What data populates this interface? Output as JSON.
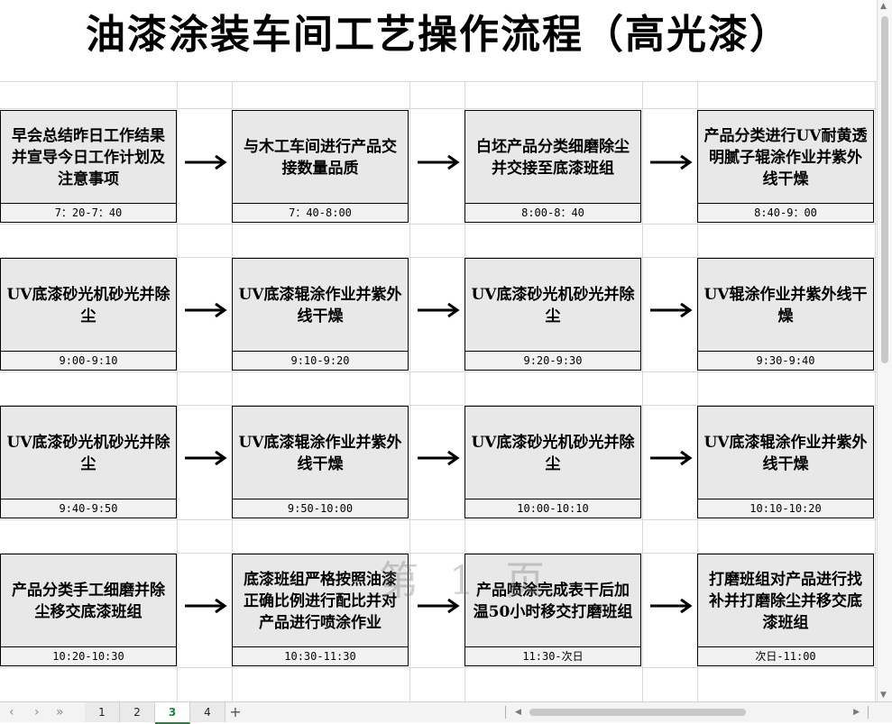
{
  "title": "油漆涂装车间工艺操作流程（高光漆）",
  "watermark": "第 1 页",
  "rows": [
    {
      "steps": [
        {
          "text": "早会总结昨日工作结果并宣导今日工作计划及注意事项",
          "time": "7：20-7：40"
        },
        {
          "text": "与木工车间进行产品交接数量品质",
          "time": "7：40-8:00"
        },
        {
          "text": "白坯产品分类细磨除尘并交接至底漆班组",
          "time": "8:00-8：40"
        },
        {
          "text": "产品分类进行UV耐黄透明腻子辊涂作业并紫外线干燥",
          "time": "8:40-9：00"
        }
      ]
    },
    {
      "steps": [
        {
          "text": "UV底漆砂光机砂光并除尘",
          "time": "9:00-9:10"
        },
        {
          "text": "UV底漆辊涂作业并紫外线干燥",
          "time": "9:10-9:20"
        },
        {
          "text": "UV底漆砂光机砂光并除尘",
          "time": "9:20-9:30"
        },
        {
          "text": "UV辊涂作业并紫外线干燥",
          "time": "9:30-9:40"
        }
      ]
    },
    {
      "steps": [
        {
          "text": "UV底漆砂光机砂光并除尘",
          "time": "9:40-9:50"
        },
        {
          "text": "UV底漆辊涂作业并紫外线干燥",
          "time": "9:50-10:00"
        },
        {
          "text": "UV底漆砂光机砂光并除尘",
          "time": "10:00-10:10"
        },
        {
          "text": "UV底漆辊涂作业并紫外线干燥",
          "time": "10:10-10:20"
        }
      ]
    },
    {
      "steps": [
        {
          "text": "产品分类手工细磨并除尘移交底漆班组",
          "time": "10:20-10:30"
        },
        {
          "text": "底漆班组严格按照油漆正确比例进行配比并对产品进行喷涂作业",
          "time": "10:30-11:30"
        },
        {
          "text": "产品喷涂完成表干后加温50小时移交打磨班组",
          "time": "11:30-次日"
        },
        {
          "text": "打磨班组对产品进行找补并打磨除尘并移交底漆班组",
          "time": "次日-11:00"
        }
      ]
    }
  ],
  "arrow_icon": "right-arrow-icon",
  "sheet_tabs": [
    "1",
    "2",
    "3",
    "4"
  ],
  "active_tab": "3",
  "add_tab_icon": "plus-icon",
  "colors": {
    "box_fill": "#e8e8e8",
    "active_tab": "#1a8a3a"
  }
}
